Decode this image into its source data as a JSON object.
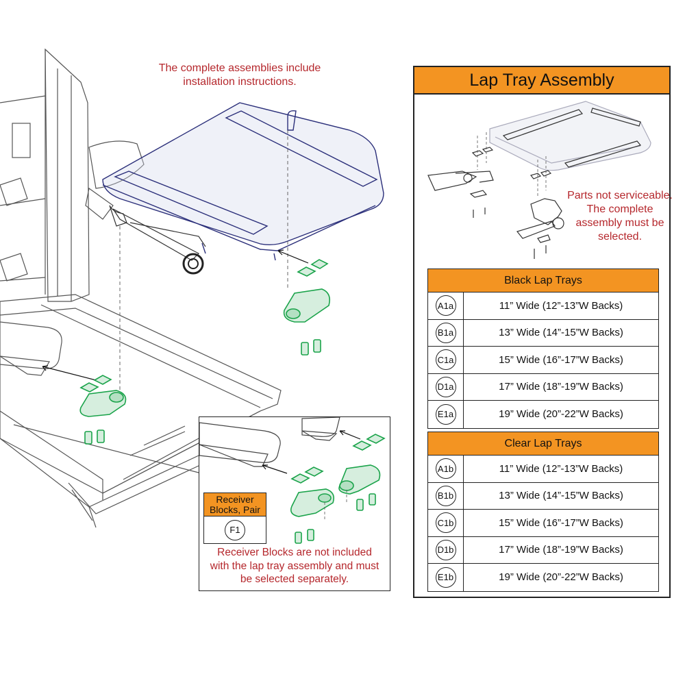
{
  "top_note": [
    "The complete assemblies include",
    "installation instructions."
  ],
  "panel": {
    "title": "Lap Tray Assembly",
    "note": [
      "Parts not serviceable.",
      "The complete",
      "assembly must be",
      "selected."
    ],
    "groups": [
      {
        "title": "Black Lap Trays",
        "rows": [
          {
            "code": "A1a",
            "desc": "11” Wide (12”-13”W Backs)"
          },
          {
            "code": "B1a",
            "desc": "13” Wide (14”-15”W Backs)"
          },
          {
            "code": "C1a",
            "desc": "15” Wide (16”-17”W Backs)"
          },
          {
            "code": "D1a",
            "desc": "17” Wide (18”-19”W Backs)"
          },
          {
            "code": "E1a",
            "desc": "19” Wide (20”-22”W Backs)"
          }
        ]
      },
      {
        "title": "Clear Lap Trays",
        "rows": [
          {
            "code": "A1b",
            "desc": "11” Wide (12”-13”W Backs)"
          },
          {
            "code": "B1b",
            "desc": "13” Wide (14”-15”W Backs)"
          },
          {
            "code": "C1b",
            "desc": "15” Wide (16”-17”W Backs)"
          },
          {
            "code": "D1b",
            "desc": "17” Wide (18”-19”W Backs)"
          },
          {
            "code": "E1b",
            "desc": "19” Wide (20”-22”W Backs)"
          }
        ]
      }
    ]
  },
  "receiver": {
    "title": [
      "Receiver",
      "Blocks, Pair"
    ],
    "code": "F1",
    "note": [
      "Receiver Blocks are not included",
      "with the lap tray assembly and must",
      "be selected separately."
    ]
  },
  "colors": {
    "header_orange": "#f39422",
    "note_red": "#b5272c",
    "part_green": "#1aa34a",
    "tray_blue": "#2b2f7a"
  }
}
